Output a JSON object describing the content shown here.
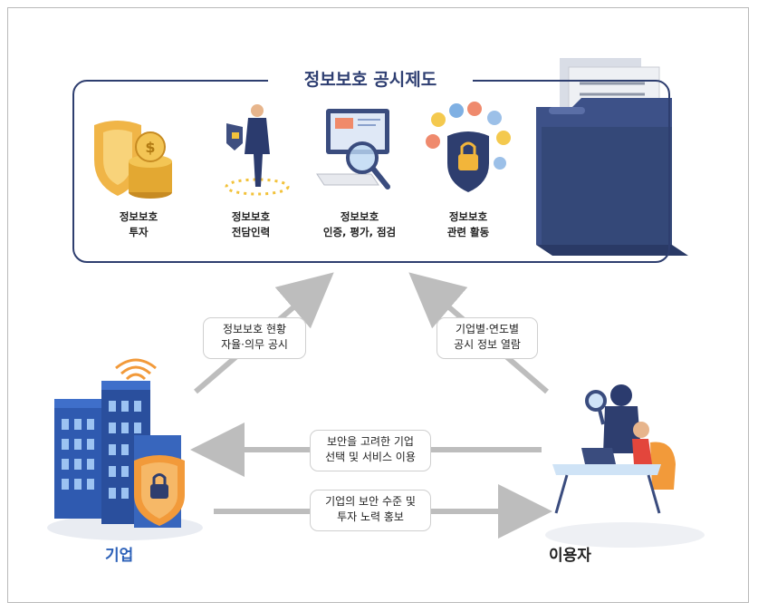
{
  "panel": {
    "title": "정보보호 공시제도",
    "items": [
      {
        "line1": "정보보호",
        "line2": "투자"
      },
      {
        "line1": "정보보호",
        "line2": "전담인력"
      },
      {
        "line1": "정보보호",
        "line2": "인증, 평가, 점검"
      },
      {
        "line1": "정보보호",
        "line2": "관련 활동"
      }
    ]
  },
  "flows": {
    "left_up": {
      "line1": "정보보호 현황",
      "line2": "자율·의무 공시"
    },
    "right_up": {
      "line1": "기업별·연도별",
      "line2": "공시 정보 열람"
    },
    "to_company": {
      "line1": "보안을 고려한 기업",
      "line2": "선택 및 서비스 이용"
    },
    "to_user": {
      "line1": "기업의 보안 수준 및",
      "line2": "투자 노력 홍보"
    }
  },
  "actors": {
    "company": "기업",
    "user": "이용자"
  },
  "colors": {
    "navy": "#2e3e6f",
    "company_blue": "#2e62b9",
    "arrow_gray": "#bdbdbd",
    "shield_orange": "#f29a3a",
    "gold": "#e8b13b"
  }
}
